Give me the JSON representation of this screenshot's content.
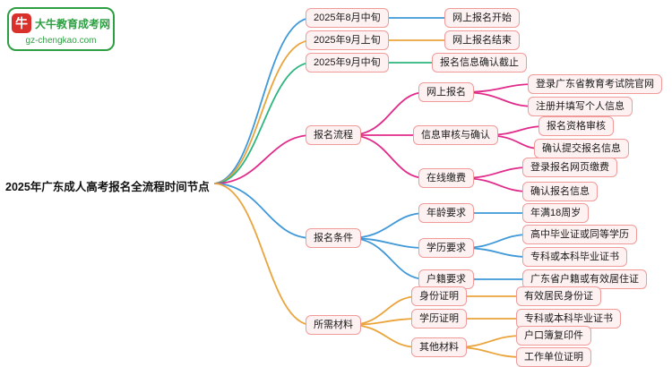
{
  "logo": {
    "brand": "大牛教育成考网",
    "site": "gz-chengkao.com",
    "mark": "牛"
  },
  "root": {
    "label": "2025年广东成人高考报名全流程时间节点"
  },
  "palette": {
    "blue": "#3f98d8",
    "orange": "#eaa43b",
    "teal": "#2cb57e",
    "magenta": "#e02b8a",
    "node_border": "#f09a9a",
    "node_bg": "#fdf1f1",
    "logo_green": "#2e9e43",
    "logo_red": "#d9302c"
  },
  "timeline": [
    {
      "date": "2025年8月中旬",
      "event": "网上报名开始"
    },
    {
      "date": "2025年9月上旬",
      "event": "网上报名结束"
    },
    {
      "date": "2025年9月中旬",
      "event": "报名信息确认截止"
    }
  ],
  "process": {
    "label": "报名流程",
    "children": [
      {
        "label": "网上报名",
        "leaves": [
          "登录广东省教育考试院官网",
          "注册并填写个人信息"
        ]
      },
      {
        "label": "信息审核与确认",
        "leaves": [
          "报名资格审核",
          "确认提交报名信息"
        ]
      },
      {
        "label": "在线缴费",
        "leaves": [
          "登录报名网页缴费",
          "确认报名信息"
        ]
      }
    ]
  },
  "conditions": {
    "label": "报名条件",
    "children": [
      {
        "label": "年龄要求",
        "leaves": [
          "年满18周岁"
        ]
      },
      {
        "label": "学历要求",
        "leaves": [
          "高中毕业证或同等学历",
          "专科或本科毕业证书"
        ]
      },
      {
        "label": "户籍要求",
        "leaves": [
          "广东省户籍或有效居住证"
        ]
      }
    ]
  },
  "materials": {
    "label": "所需材料",
    "children": [
      {
        "label": "身份证明",
        "leaves": [
          "有效居民身份证"
        ]
      },
      {
        "label": "学历证明",
        "leaves": [
          "专科或本科毕业证书"
        ]
      },
      {
        "label": "其他材料",
        "leaves": [
          "户口簿复印件",
          "工作单位证明"
        ]
      }
    ]
  }
}
